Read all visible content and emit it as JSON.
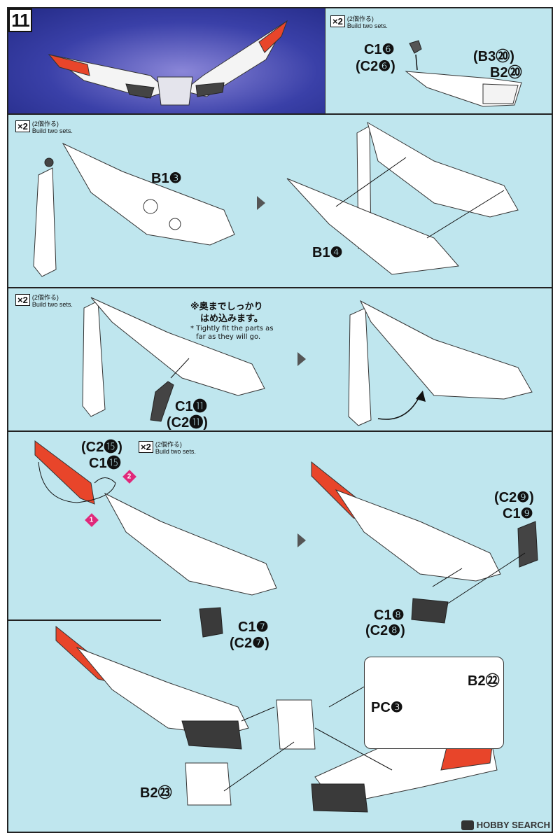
{
  "step": {
    "number": "11"
  },
  "build_note": {
    "multiplier": "×2",
    "jp": "(2個作る)",
    "en": "Build two sets."
  },
  "panel1": {
    "label_c1": "C1❻",
    "label_c2": "(C2❻)",
    "label_b3": "(B3⑳)",
    "label_b2": "B2⑳"
  },
  "panel2": {
    "label_b1_3": "B1❸",
    "label_b1_4": "B1❹"
  },
  "panel3": {
    "note_jp_line1": "※奥までしっかり",
    "note_jp_line2": "はめ込みます。",
    "note_en_line1": "* Tightly fit the parts as",
    "note_en_line2": "far as they will go.",
    "label_c1": "C1⓫",
    "label_c2": "(C2⓫)"
  },
  "panel4": {
    "label_c2_15": "(C2⓯)",
    "label_c1_15": "C1⓯",
    "badge_1": "1",
    "badge_2": "2",
    "label_c1_7": "C1❼",
    "label_c2_7": "(C2❼)",
    "label_c2_9": "(C2❾)",
    "label_c1_9": "C1❾",
    "label_c1_8": "C1❽",
    "label_c2_8": "(C2❽)"
  },
  "panel5": {
    "label_b2_22": "B2㉒",
    "label_pc3": "PC❸",
    "label_b2_23": "B2㉓"
  },
  "watermark": {
    "text": "HOBBY SEARCH"
  },
  "colors": {
    "background": "#bfe6ee",
    "accent_red": "#e8452a",
    "banner_blue": "#2b3196",
    "part_white": "#ffffff",
    "part_gray": "#3a3a3a"
  }
}
